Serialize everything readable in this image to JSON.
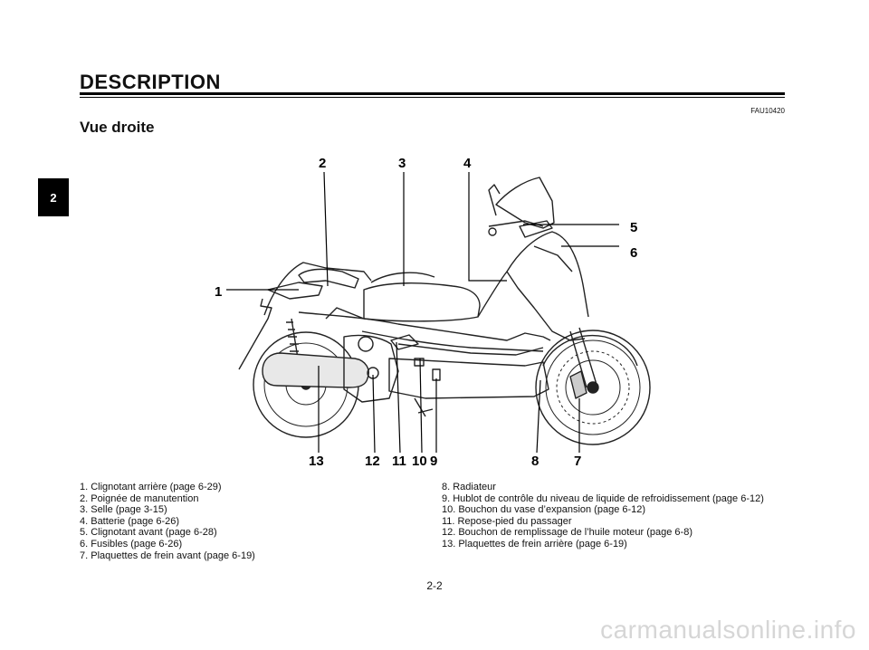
{
  "header": {
    "title": "DESCRIPTION",
    "doc_code": "FAU10420"
  },
  "section_title": "Vue droite",
  "chapter_tab": "2",
  "callouts": [
    "1",
    "2",
    "3",
    "4",
    "5",
    "6",
    "7",
    "8",
    "9",
    "10",
    "11",
    "12",
    "13"
  ],
  "legend_left": [
    "1. Clignotant arrière (page 6-29)",
    "2. Poignée de manutention",
    "3. Selle (page 3-15)",
    "4. Batterie (page 6-26)",
    "5. Clignotant avant (page 6-28)",
    "6. Fusibles (page 6-26)",
    "7. Plaquettes de frein avant (page 6-19)"
  ],
  "legend_right": [
    "8. Radiateur",
    "9. Hublot de contrôle du niveau de liquide de refroidissement (page 6-12)",
    "10. Bouchon du vase d’expansion (page 6-12)",
    "11. Repose-pied du passager",
    "12. Bouchon de remplissage de l’huile moteur (page 6-8)",
    "13. Plaquettes de frein arrière (page 6-19)"
  ],
  "page_number": "2-2",
  "watermark": "carmanualsonline.info"
}
